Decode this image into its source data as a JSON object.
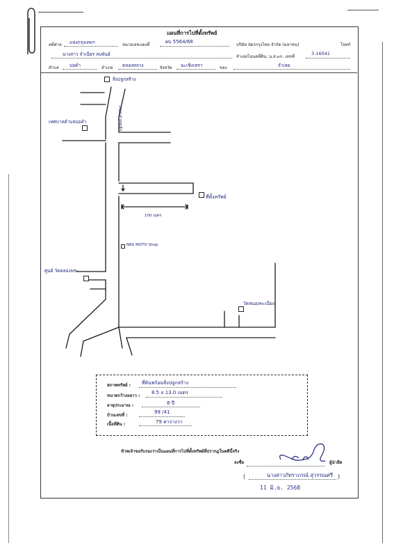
{
  "header": {
    "title": "แผนที่การไปที่ตั้งทรัพย์",
    "case_label": "คดีศาล",
    "case_value": "แพ่งกรุงเทพฯ",
    "black_no_label": "หมายเลขแดงที่",
    "black_no_value": "ผบ 5564/68",
    "plaintiff": "บริษัท บัตรกรุงไทย จำกัด (มหาชน)",
    "plaintiff_role": "โจทก์",
    "defendant_value": "นางสาว จำเนียร ลบพันธ์",
    "defendant_role": "จำเลย",
    "deed_label": "โฉนดที่ดิน, น.ส.๓ก. เลขที่",
    "deed_value": "3.16041",
    "tambon_label": "ตำบล",
    "tambon_value": "บ่อคำ",
    "amphoe_label": "อำเภอ",
    "amphoe_value": "คลองหลวง",
    "province_label": "จังหวัด",
    "province_value": "ฉะเชิงเทรา",
    "of_label": "ของ",
    "of_value": "จำเลย"
  },
  "map": {
    "labels": {
      "top": "สิ่งปลูกสร้าง",
      "road_vertical": "ถนนสายหลัก",
      "municipality": "เทศบาลตำบลบ่อคำ",
      "property": "ที่ตั้งทรัพย์",
      "distance": "100 เมตร",
      "shop": "NRS MOTO Shop",
      "center": "ศูนย์ วัดคลองพระ",
      "temple": "วัดหนองพะเนียง"
    }
  },
  "info": {
    "type_label": "สภาพทรัพย์ :",
    "type_value": "ที่ดินพร้อมสิ่งปลูกสร้าง",
    "size_label": "ขนาดกว้างxยาว :",
    "size_value": "8.5 x 13.0 เมตร",
    "age_label": "อายุประมาณ :",
    "age_value": "8 ปี",
    "house_label": "บ้านเลขที่ :",
    "house_value": "99 /41",
    "area_label": "เนื้อที่ดิน :",
    "area_value": "79 ตารางวา"
  },
  "footer": {
    "certify": "ข้าพเจ้าขอรับรองว่าเป็นแผนที่การไปที่ตั้งทรัพย์ที่ปรากฏในคดีนี้จริง",
    "sign_label": "ลงชื่อ",
    "sign_role": "ผู้นำยึด",
    "name_open": "(",
    "name": "นางสาวภัทราภรณ์ สุวรรณศรี",
    "name_close": ")",
    "date": "11 มิ.ย. 2568"
  },
  "colors": {
    "ink_print": "#222222",
    "ink_hand": "#1b1f7a",
    "paper": "#ffffff"
  }
}
